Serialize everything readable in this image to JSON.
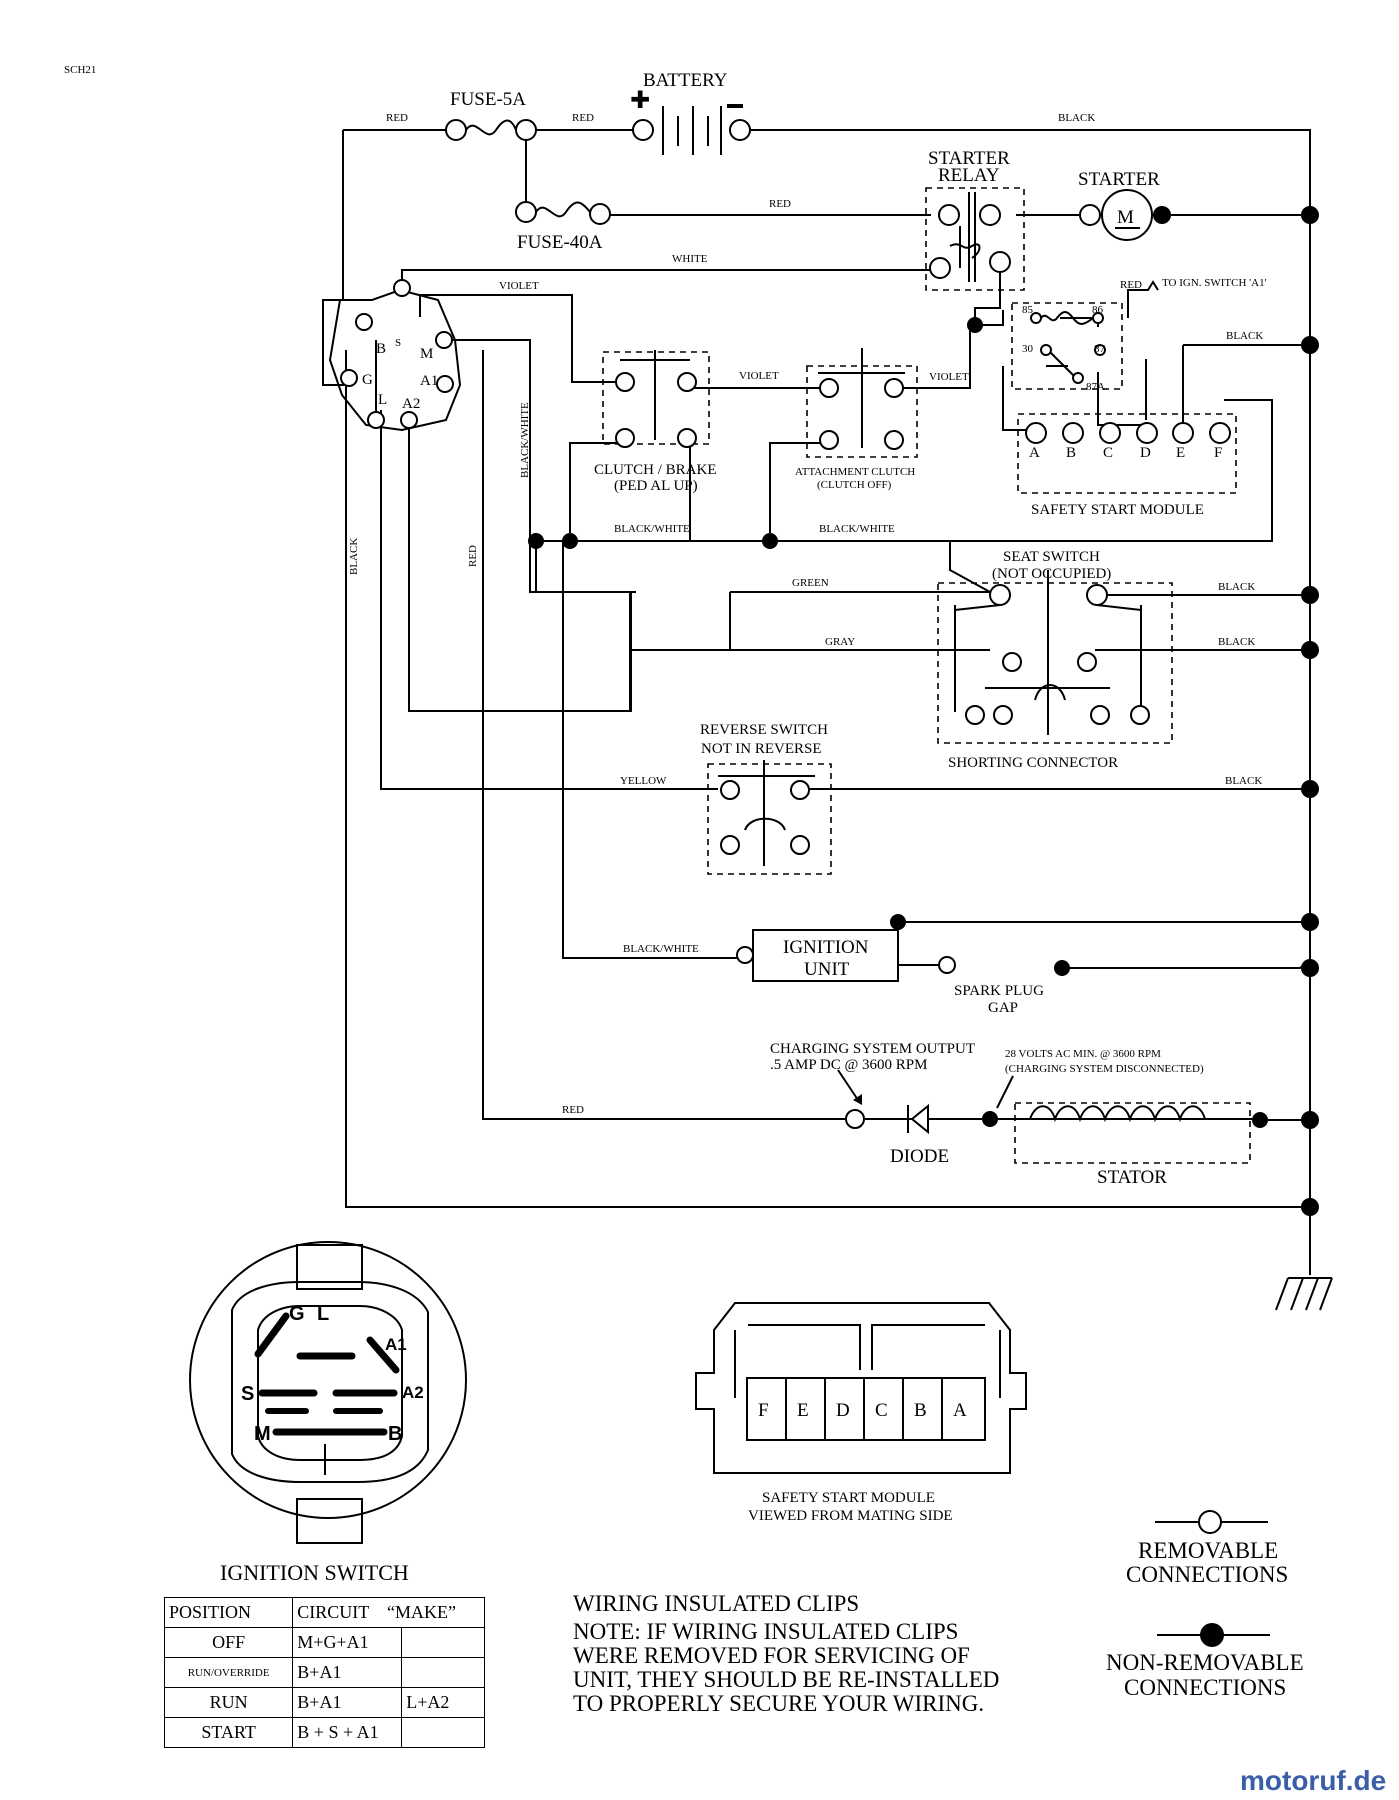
{
  "diagram": {
    "code": "SCH21",
    "components": {
      "fuse_5a": "FUSE-5A",
      "fuse_40a": "FUSE-40A",
      "battery": "BATTERY",
      "starter_relay_1": "STARTER",
      "starter_relay_2": "RELAY",
      "starter": "STARTER",
      "starter_m": "M",
      "to_ign_switch": "TO IGN. SWITCH 'A1'",
      "clutch_brake_1": "CLUTCH / BRAKE",
      "clutch_brake_2": "(PED AL UP)",
      "attachment_clutch_1": "ATTACHMENT CLUTCH",
      "attachment_clutch_2": "(CLUTCH OFF)",
      "safety_start_module": "SAFETY START MODULE",
      "seat_switch_1": "SEAT SWITCH",
      "seat_switch_2": "(NOT OCCUPIED)",
      "shorting_connector": "SHORTING CONNECTOR",
      "reverse_switch_1": "REVERSE SWITCH",
      "reverse_switch_2": "NOT IN REVERSE",
      "ignition_unit_1": "IGNITION",
      "ignition_unit_2": "UNIT",
      "spark_plug_1": "SPARK PLUG",
      "spark_plug_2": "GAP",
      "charging_output_1": "CHARGING SYSTEM OUTPUT",
      "charging_output_2": ".5 AMP DC @ 3600 RPM",
      "volts_1": "28 VOLTS AC MIN. @ 3600 RPM",
      "volts_2": "(CHARGING SYSTEM DISCONNECTED)",
      "diode": "DIODE",
      "stator": "STATOR",
      "ignition_switch": "IGNITION SWITCH",
      "ssm_mating_1": "SAFETY START MODULE",
      "ssm_mating_2": "VIEWED FROM MATING SIDE"
    },
    "relay_pins": {
      "p85": "85",
      "p86": "86",
      "p30": "30",
      "p87": "87",
      "p87a": "87A"
    },
    "module_pins": [
      "A",
      "B",
      "C",
      "D",
      "E",
      "F"
    ],
    "mating_pins": [
      "F",
      "E",
      "D",
      "C",
      "B",
      "A"
    ],
    "ign_terminals": {
      "b": "B",
      "s": "S",
      "m": "M",
      "g": "G",
      "a1": "A1",
      "l": "L",
      "a2": "A2"
    },
    "ign_face": {
      "g": "G",
      "l": "L",
      "a1": "A1",
      "s": "S",
      "a2": "A2",
      "m": "M",
      "b": "B"
    },
    "wires": {
      "red_1": "RED",
      "red_2": "RED",
      "red_3": "RED",
      "red_4": "RED",
      "red_5": "RED",
      "red_6": "RED",
      "black_top": "BLACK",
      "black_1": "BLACK",
      "black_2": "BLACK",
      "black_3": "BLACK",
      "black_4": "BLACK",
      "black_left": "BLACK",
      "white": "WHITE",
      "violet_1": "VIOLET",
      "violet_2": "VIOLET",
      "violet_3": "VIOLET",
      "blackwhite_v": "BLACK/WHITE",
      "blackwhite_1": "BLACK/WHITE",
      "blackwhite_2": "BLACK/WHITE",
      "blackwhite_3": "BLACK/WHITE",
      "green": "GREEN",
      "gray": "GRAY",
      "yellow": "YELLOW"
    }
  },
  "ignition_table": {
    "headers": [
      "POSITION",
      "CIRCUIT",
      "“MAKE”"
    ],
    "rows": [
      {
        "position": "OFF",
        "circuit": "M+G+A1",
        "make": ""
      },
      {
        "position": "RUN/OVERRIDE",
        "circuit": "B+A1",
        "make": ""
      },
      {
        "position": "RUN",
        "circuit": "B+A1",
        "make": "L+A2"
      },
      {
        "position": "START",
        "circuit": "B + S + A1",
        "make": ""
      }
    ]
  },
  "notes": {
    "title": "WIRING INSULATED CLIPS",
    "lines": [
      "NOTE:  IF WIRING INSULATED CLIPS",
      "WERE REMOVED FOR SERVICING OF",
      "UNIT, THEY SHOULD BE RE-INSTALLED",
      "TO PROPERLY SECURE YOUR WIRING."
    ]
  },
  "legend": {
    "removable_1": "REMOVABLE",
    "removable_2": "CONNECTIONS",
    "nonremovable_1": "NON-REMOVABLE",
    "nonremovable_2": "CONNECTIONS"
  },
  "watermark": "motoruf.de"
}
